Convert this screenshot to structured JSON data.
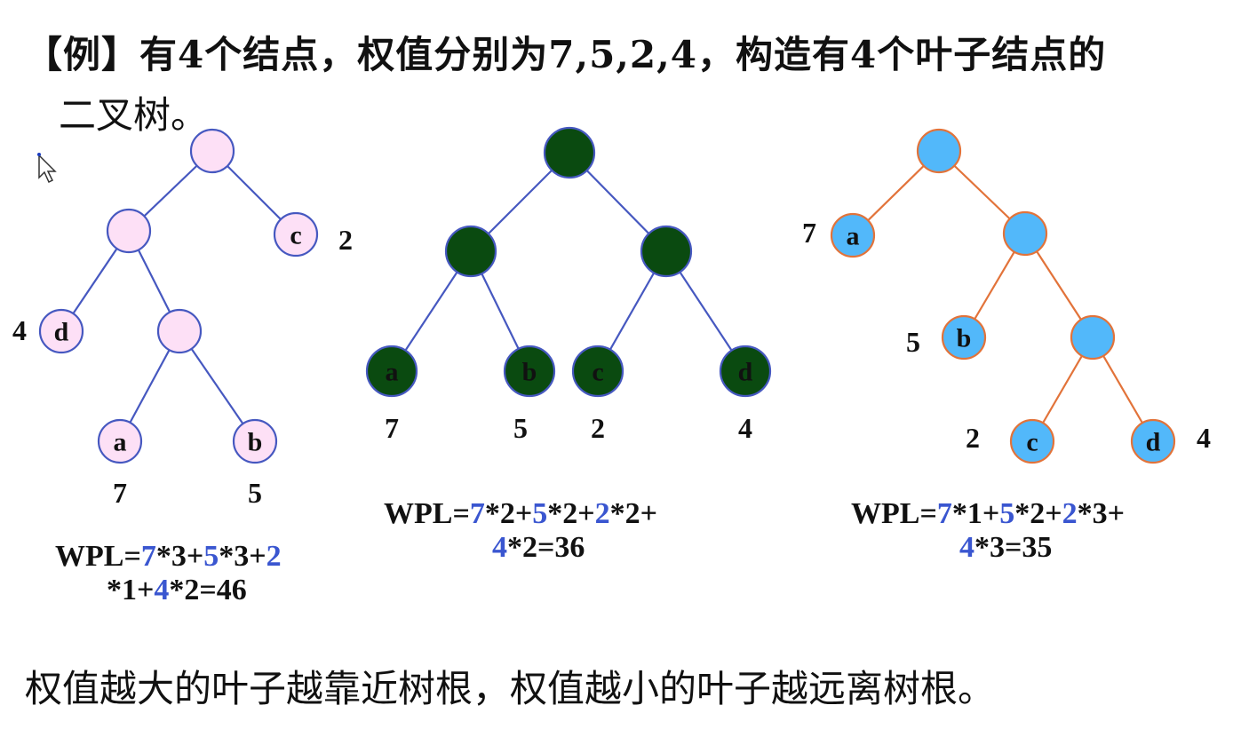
{
  "title_line1": "【例】有4个结点，权值分别为7,5,2,4，构造有4个叶子结点的",
  "title_line2": "二叉树。",
  "footer": "权值越大的叶子越靠近树根，权值越小的叶子越远离树根。",
  "colors": {
    "tree1_fill": "#fde0f6",
    "tree1_stroke": "#4658c0",
    "tree1_edge": "#4658c0",
    "tree2_fill": "#0a4a10",
    "tree2_stroke": "#4658c0",
    "tree2_edge": "#4658c0",
    "tree3_fill": "#52b8fa",
    "tree3_stroke": "#e2733a",
    "tree3_edge": "#e2733a",
    "formula_blue": "#3a56d0"
  },
  "trees": [
    {
      "leaves": [
        {
          "name": "c",
          "weight": "2"
        },
        {
          "name": "d",
          "weight": "4"
        },
        {
          "name": "a",
          "weight": "7"
        },
        {
          "name": "b",
          "weight": "5"
        }
      ],
      "formula_lines": [
        [
          {
            "t": "WPL=",
            "b": false
          },
          {
            "t": "7",
            "b": true
          },
          {
            "t": "*3+",
            "b": false
          },
          {
            "t": "5",
            "b": true
          },
          {
            "t": "*3+",
            "b": false
          },
          {
            "t": "2",
            "b": true
          }
        ],
        [
          {
            "t": "*1+",
            "b": false
          },
          {
            "t": "4",
            "b": true
          },
          {
            "t": "*2=46",
            "b": false
          }
        ]
      ]
    },
    {
      "leaves": [
        {
          "name": "a",
          "weight": "7"
        },
        {
          "name": "b",
          "weight": "5"
        },
        {
          "name": "c",
          "weight": "2"
        },
        {
          "name": "d",
          "weight": "4"
        }
      ],
      "formula_lines": [
        [
          {
            "t": "WPL=",
            "b": false
          },
          {
            "t": "7",
            "b": true
          },
          {
            "t": "*2+",
            "b": false
          },
          {
            "t": "5",
            "b": true
          },
          {
            "t": "*2+",
            "b": false
          },
          {
            "t": "2",
            "b": true
          },
          {
            "t": "*2+",
            "b": false
          }
        ],
        [
          {
            "t": "4",
            "b": true
          },
          {
            "t": "*2=36",
            "b": false
          }
        ]
      ]
    },
    {
      "leaves": [
        {
          "name": "a",
          "weight": "7"
        },
        {
          "name": "b",
          "weight": "5"
        },
        {
          "name": "c",
          "weight": "2"
        },
        {
          "name": "d",
          "weight": "4"
        }
      ],
      "formula_lines": [
        [
          {
            "t": "WPL=",
            "b": false
          },
          {
            "t": "7",
            "b": true
          },
          {
            "t": "*1+",
            "b": false
          },
          {
            "t": "5",
            "b": true
          },
          {
            "t": "*2+",
            "b": false
          },
          {
            "t": "2",
            "b": true
          },
          {
            "t": "*3+",
            "b": false
          }
        ],
        [
          {
            "t": "4",
            "b": true
          },
          {
            "t": "*3=35",
            "b": false
          }
        ]
      ]
    }
  ]
}
